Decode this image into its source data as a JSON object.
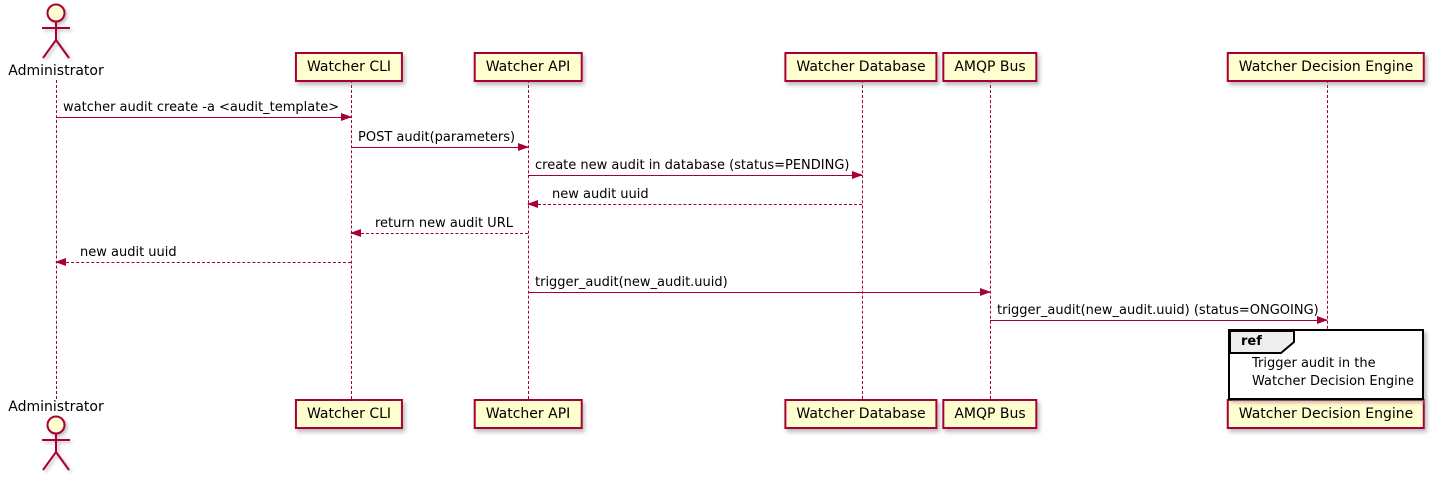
{
  "participants": [
    {
      "name": "Administrator",
      "type": "actor"
    },
    {
      "name": "Watcher CLI",
      "type": "participant"
    },
    {
      "name": "Watcher API",
      "type": "participant"
    },
    {
      "name": "Watcher Database",
      "type": "participant"
    },
    {
      "name": "AMQP Bus",
      "type": "participant"
    },
    {
      "name": "Watcher Decision Engine",
      "type": "participant"
    }
  ],
  "messages": [
    {
      "from": "Administrator",
      "to": "Watcher CLI",
      "label": "watcher audit create -a <audit_template>",
      "line": "solid"
    },
    {
      "from": "Watcher CLI",
      "to": "Watcher API",
      "label": "POST audit(parameters)",
      "line": "solid"
    },
    {
      "from": "Watcher API",
      "to": "Watcher Database",
      "label": "create new audit in database (status=PENDING)",
      "line": "solid"
    },
    {
      "from": "Watcher Database",
      "to": "Watcher API",
      "label": "new audit uuid",
      "line": "dashed"
    },
    {
      "from": "Watcher API",
      "to": "Watcher CLI",
      "label": "return new audit URL",
      "line": "dashed"
    },
    {
      "from": "Watcher CLI",
      "to": "Administrator",
      "label": "new audit uuid",
      "line": "dashed"
    },
    {
      "from": "Watcher API",
      "to": "AMQP Bus",
      "label": "trigger_audit(new_audit.uuid)",
      "line": "solid"
    },
    {
      "from": "AMQP Bus",
      "to": "Watcher Decision Engine",
      "label": "trigger_audit(new_audit.uuid) (status=ONGOING)",
      "line": "solid"
    }
  ],
  "ref": {
    "keyword": "ref",
    "lines": [
      "Trigger audit in the",
      "Watcher Decision Engine"
    ]
  },
  "colors": {
    "participant_fill": "#FEFECE",
    "participant_border": "#A80036",
    "line_color": "#A80036",
    "text_color": "#000000",
    "ref_border": "#000000",
    "ref_header_fill": "#EEEEEE"
  }
}
